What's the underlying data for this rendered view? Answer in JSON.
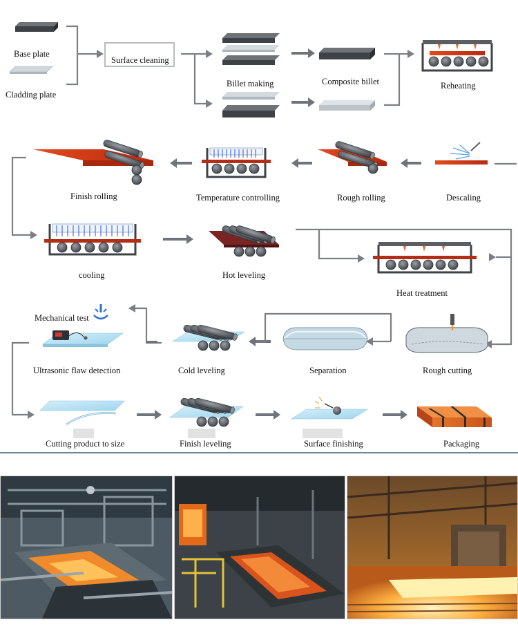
{
  "steps": {
    "base_plate": "Base plate",
    "cladding_plate": "Cladding plate",
    "surface_cleaning": "Surface cleaning",
    "billet_making": "Billet making",
    "composite_billet": "Composite billet",
    "reheating": "Reheating",
    "descaling": "Descaling",
    "rough_rolling": "Rough rolling",
    "temperature_controlling": "Temperature controlling",
    "finish_rolling": "Finish rolling",
    "cooling": "cooling",
    "hot_leveling": "Hot leveling",
    "heat_treatment": "Heat treatment",
    "mechanical_test": "Mechanical test",
    "ultrasonic_flaw_detection": "Ultrasonic flaw detection",
    "cold_leveling": "Cold leveling",
    "separation": "Separation",
    "rough_cutting": "Rough cutting",
    "cutting_product_to_size": "Cutting product to size",
    "finish_leveling": "Finish leveling",
    "surface_finishing": "Surface finishing",
    "packaging": "Packaging"
  },
  "colors": {
    "steel_dark": "#4a4d52",
    "steel_light": "#c9ced3",
    "hot_steel": "#d9431c",
    "dark_red_plate": "#7a2424",
    "glass_blue": "#b7e0f2",
    "arrow_gray": "#7b7f84"
  },
  "photos": [
    {
      "name": "rolling-mill-photo"
    },
    {
      "name": "hot-slab-conveyor-photo"
    },
    {
      "name": "glowing-plate-mill-photo"
    }
  ]
}
